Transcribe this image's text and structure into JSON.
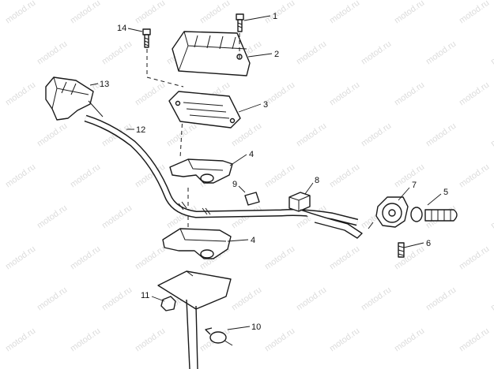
{
  "watermark": "motod.ru",
  "callouts": {
    "c1": "1",
    "c2": "2",
    "c3": "3",
    "c4a": "4",
    "c4b": "4",
    "c5": "5",
    "c6": "6",
    "c7": "7",
    "c8": "8",
    "c9": "9",
    "c10": "10",
    "c11": "11",
    "c12": "12",
    "c13": "13",
    "c14": "14"
  }
}
